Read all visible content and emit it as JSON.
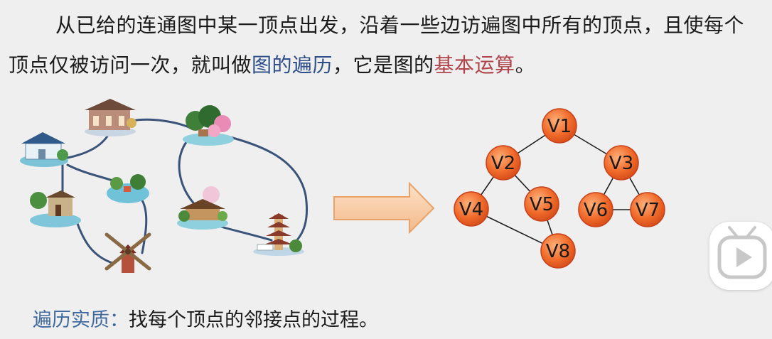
{
  "paragraph": {
    "part1": "从已给的连通图中某一顶点出发，沿着一些边访遍图中所有的顶点，且使每个顶点仅被访问一次，就叫做",
    "term1": "图的遍历",
    "part2": "，它是图的",
    "term2": "基本运算",
    "part3": "。"
  },
  "footer": {
    "label": "遍历实质",
    "colon": "：",
    "text": "找每个顶点的邻接点的过程。"
  },
  "graph": {
    "nodes": [
      "V1",
      "V2",
      "V3",
      "V4",
      "V5",
      "V6",
      "V7",
      "V8"
    ],
    "edges": [
      [
        "V1",
        "V2"
      ],
      [
        "V1",
        "V3"
      ],
      [
        "V2",
        "V4"
      ],
      [
        "V2",
        "V5"
      ],
      [
        "V3",
        "V6"
      ],
      [
        "V3",
        "V7"
      ],
      [
        "V6",
        "V7"
      ],
      [
        "V4",
        "V8"
      ],
      [
        "V5",
        "V8"
      ]
    ]
  },
  "icons": {
    "landmarks": [
      "house-landmark-icon",
      "temple-landmark-icon",
      "garden-landmark-icon",
      "gate-landmark-icon",
      "pond-landmark-icon",
      "windmill-landmark-icon",
      "pavilion-landmark-icon",
      "pagoda-landmark-icon"
    ],
    "arrow": "right-arrow-icon",
    "play": "play-button-icon"
  },
  "colors": {
    "node_fill": "#f06a2a",
    "node_stroke": "#c8401a",
    "term_blue": "#2f4f8a",
    "term_red": "#b0444a",
    "arrow_fill": "#f6c49a"
  }
}
